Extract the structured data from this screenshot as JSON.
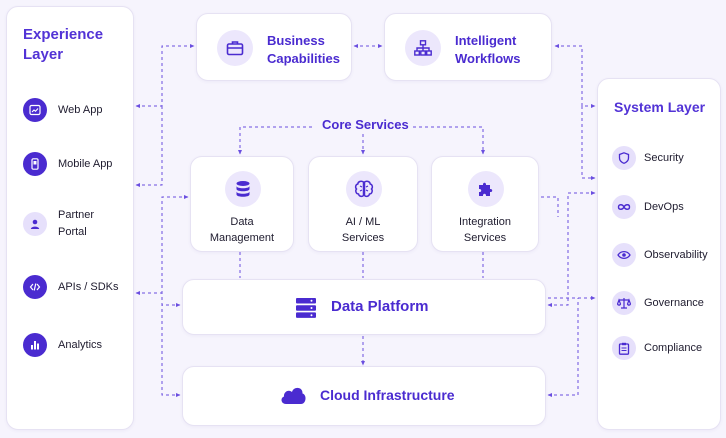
{
  "experience": {
    "title_line1": "Experience",
    "title_line2": "Layer",
    "items": [
      {
        "label": "Web App",
        "icon": "chart-window-icon"
      },
      {
        "label": "Mobile App",
        "icon": "mobile-phone-icon"
      },
      {
        "label_line1": "Partner",
        "label_line2": "Portal",
        "icon": "user-icon"
      },
      {
        "label": "APIs / SDKs",
        "icon": "code-icon"
      },
      {
        "label": "Analytics",
        "icon": "bar-chart-icon"
      }
    ]
  },
  "capabilities": {
    "business": {
      "line1": "Business",
      "line2": "Capabilities",
      "icon": "briefcase-icon"
    },
    "workflows": {
      "line1": "Intelligent",
      "line2": "Workflows",
      "icon": "hierarchy-icon"
    }
  },
  "core": {
    "title": "Core Services",
    "services": [
      {
        "line1": "Data",
        "line2": "Management",
        "icon": "database-icon"
      },
      {
        "line1": "AI / ML",
        "line2": "Services",
        "icon": "brain-icon"
      },
      {
        "line1": "Integration",
        "line2": "Services",
        "icon": "puzzle-icon"
      }
    ]
  },
  "platform": {
    "label": "Data Platform",
    "icon": "server-stack-icon"
  },
  "infrastructure": {
    "label": "Cloud Infrastructure",
    "icon": "cloud-icon"
  },
  "system": {
    "title": "System Layer",
    "items": [
      {
        "label": "Security",
        "icon": "shield-icon"
      },
      {
        "label": "DevOps",
        "icon": "infinity-icon"
      },
      {
        "label": "Observability",
        "icon": "eye-icon"
      },
      {
        "label": "Governance",
        "icon": "scales-icon"
      },
      {
        "label": "Compliance",
        "icon": "clipboard-icon"
      }
    ]
  },
  "colors": {
    "accent": "#4a2bd0",
    "accent_soft": "#ece7fc",
    "connector": "#6a4ee0",
    "background": "#f6f4fd"
  }
}
